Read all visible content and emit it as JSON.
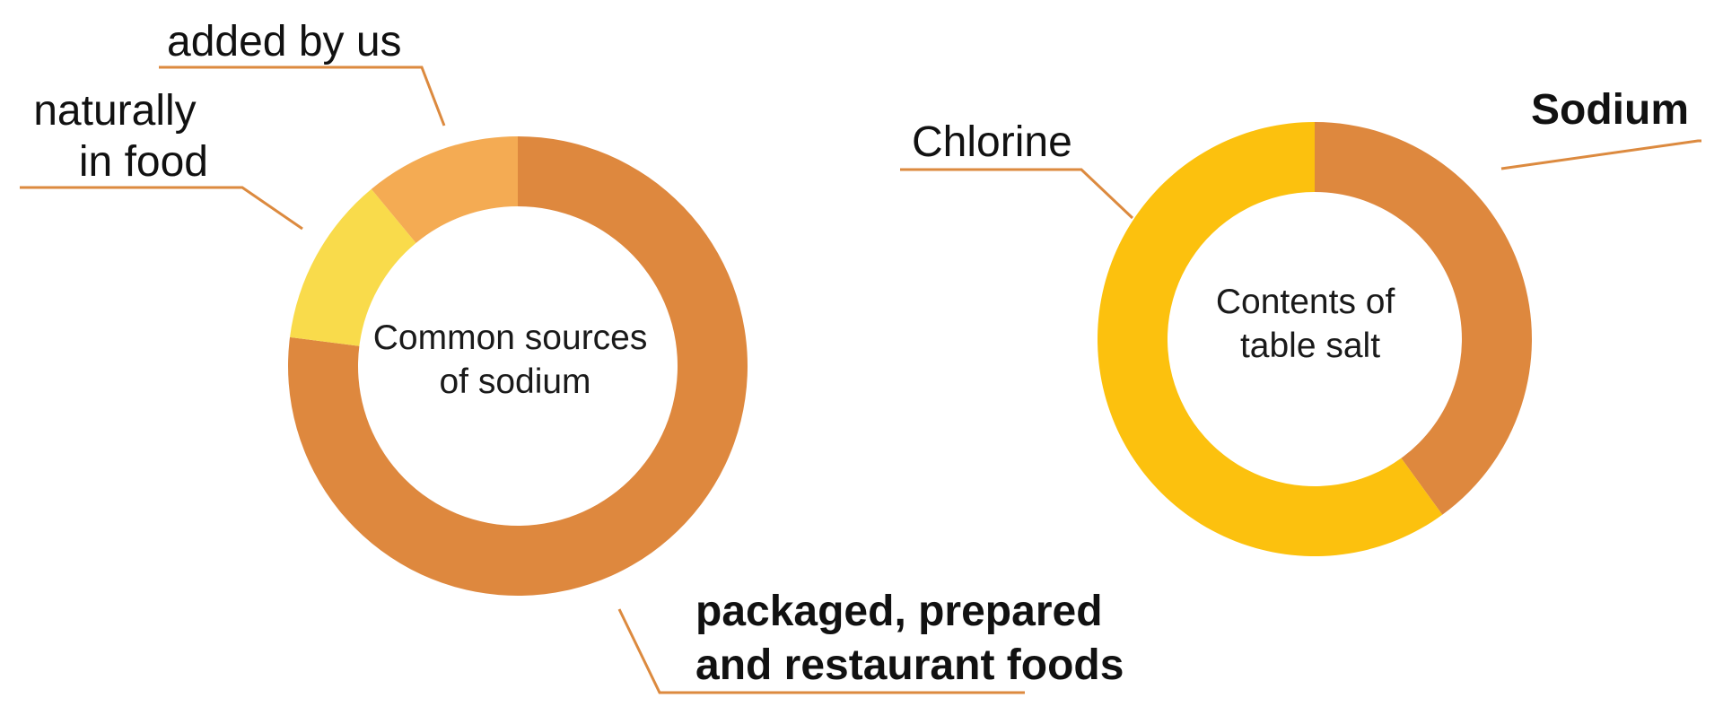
{
  "colors": {
    "leader": "#dc8a3f",
    "center_text": "#1a1a1a",
    "label_text": "#111111"
  },
  "chart_data": [
    {
      "type": "pie",
      "variant": "donut",
      "center_label": [
        "Common sources",
        "of sodium"
      ],
      "slices": [
        {
          "label": "packaged, prepared and restaurant foods",
          "label_lines": [
            "packaged, prepared",
            "and restaurant foods"
          ],
          "value": 77,
          "color": "#de883e",
          "bold": true
        },
        {
          "label": "naturally in food",
          "label_lines": [
            "naturally",
            "in food"
          ],
          "value": 12,
          "color": "#f9db4b",
          "bold": false
        },
        {
          "label": "added by us",
          "label_lines": [
            "added by us"
          ],
          "value": 11,
          "color": "#f4ab53",
          "bold": false
        }
      ]
    },
    {
      "type": "pie",
      "variant": "donut",
      "center_label": [
        "Contents of",
        "table salt"
      ],
      "slices": [
        {
          "label": "Sodium",
          "label_lines": [
            "Sodium"
          ],
          "value": 40,
          "color": "#de883e",
          "bold": true
        },
        {
          "label": "Chlorine",
          "label_lines": [
            "Chlorine"
          ],
          "value": 60,
          "color": "#fcc10e",
          "bold": false
        }
      ]
    }
  ]
}
